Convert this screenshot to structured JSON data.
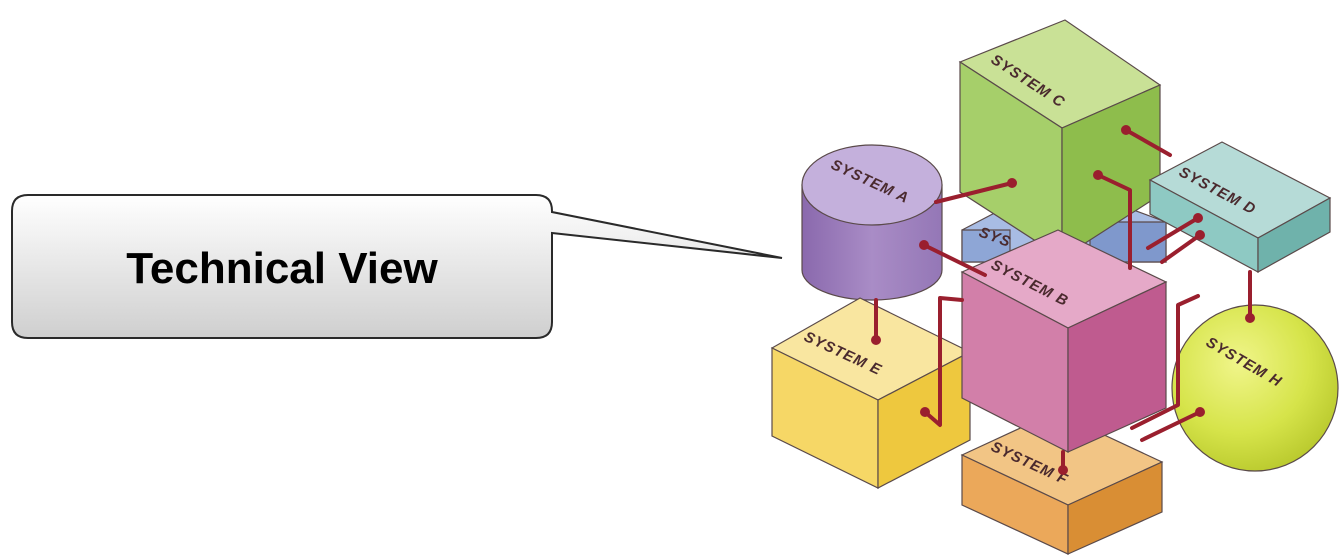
{
  "callout": {
    "label": "Technical View"
  },
  "systems": {
    "a": {
      "label": "SYSTEM A",
      "color": "#a98cc6"
    },
    "b": {
      "label": "SYSTEM B",
      "color": "#d27fa9"
    },
    "c": {
      "label": "SYSTEM C",
      "color": "#a6cf6a"
    },
    "d": {
      "label": "SYSTEM D",
      "color": "#8ec9c3"
    },
    "e": {
      "label": "SYSTEM E",
      "color": "#f6d766"
    },
    "f": {
      "label": "SYSTEM F",
      "color": "#eba85a"
    },
    "g": {
      "label": "SYS",
      "color": "#96add9"
    },
    "h": {
      "label": "SYSTEM H",
      "color": "#d6e44a"
    }
  },
  "connector_color": "#9a1f2e"
}
